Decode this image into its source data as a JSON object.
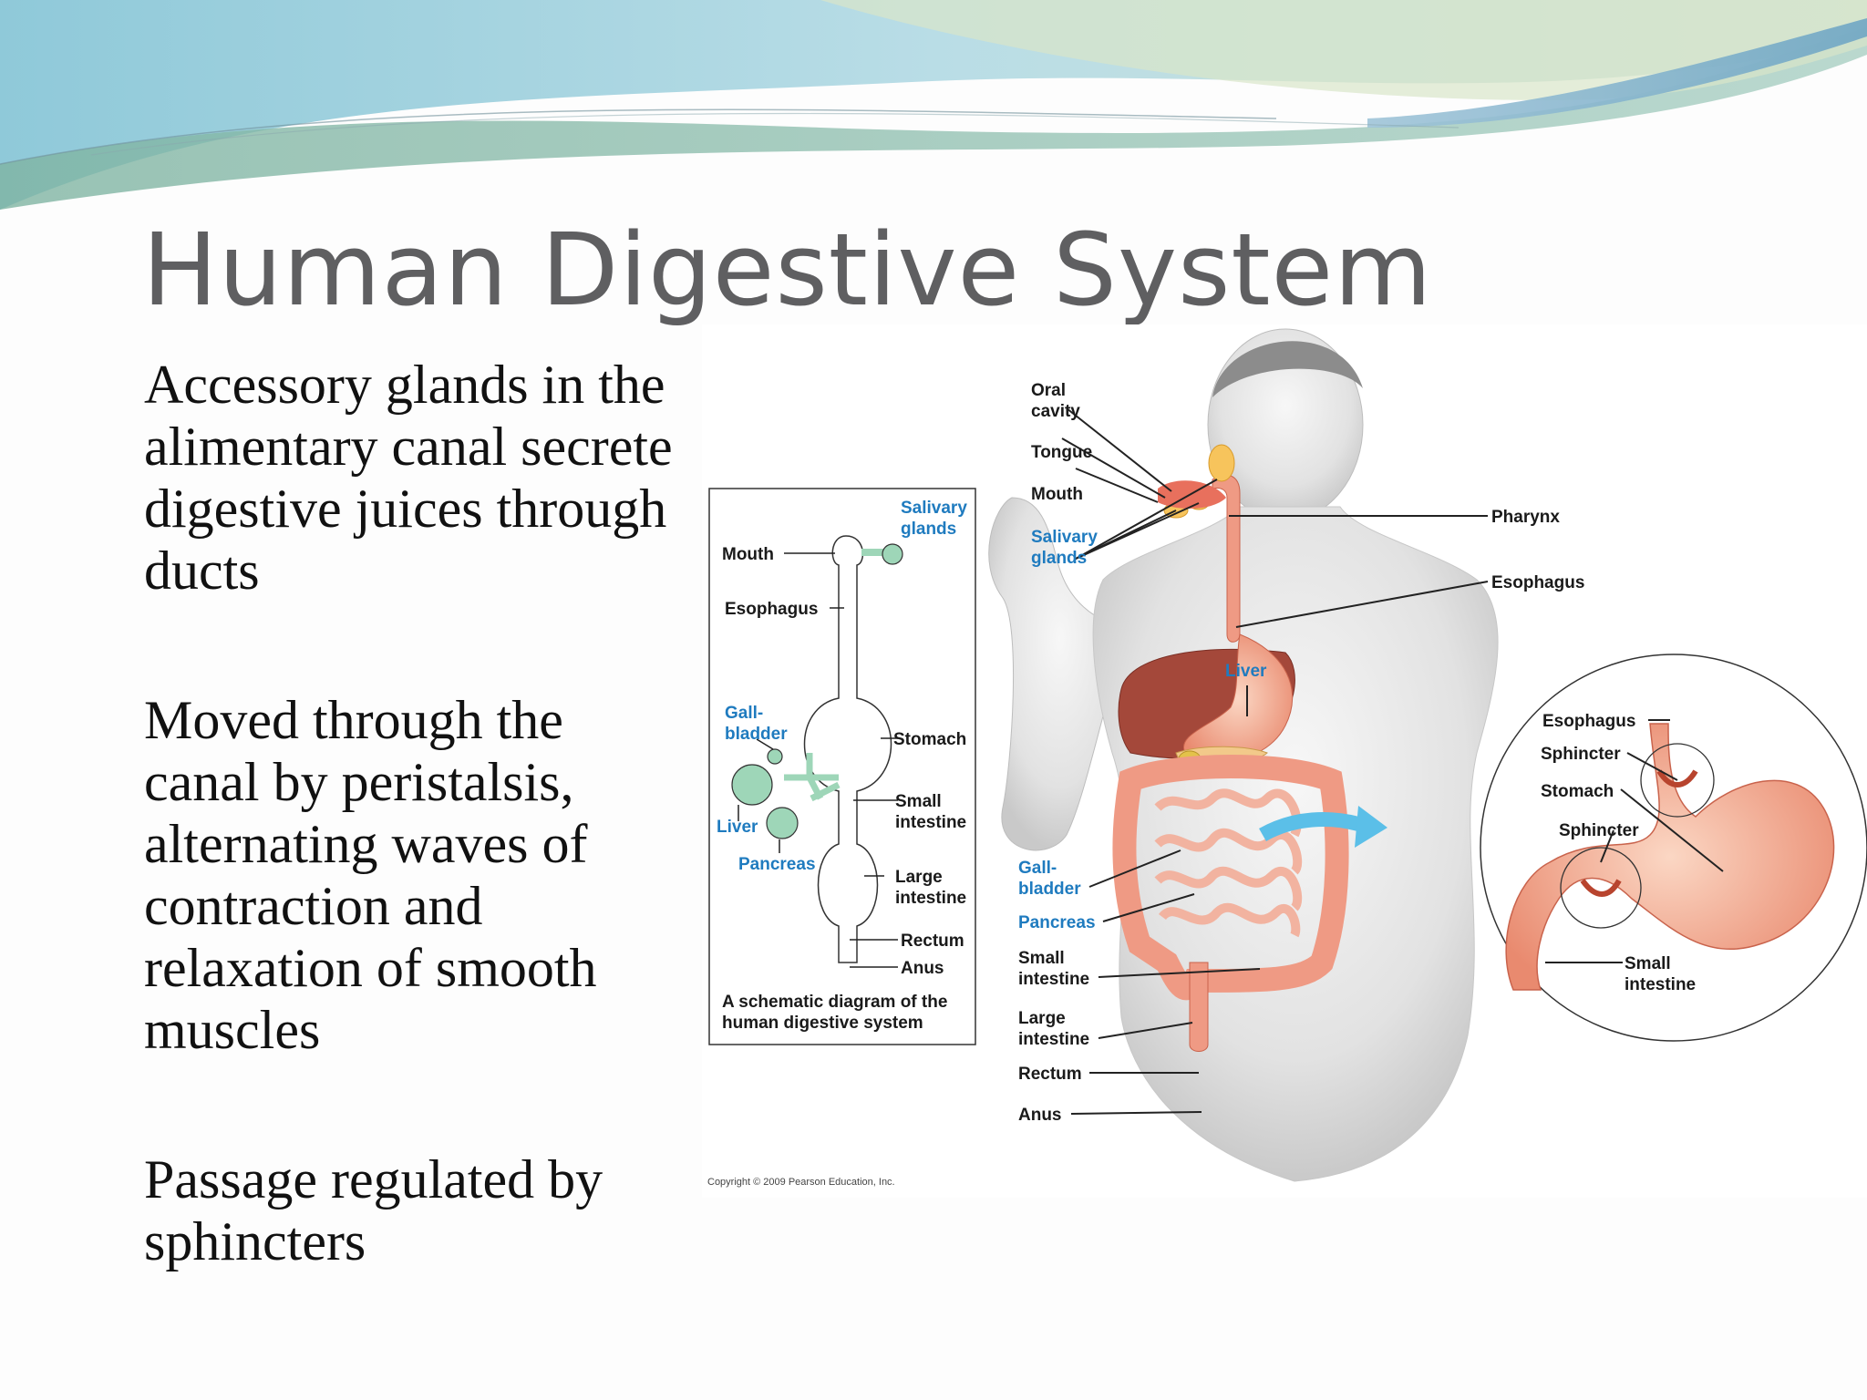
{
  "slide": {
    "title": "Human Digestive System",
    "bullets": [
      "Accessory glands in the alimentary canal secrete digestive juices through ducts",
      "Moved through the canal by peristalsis, alternating waves of contraction and relaxation of smooth muscles",
      "Passage regulated by sphincters"
    ]
  },
  "schematic": {
    "labels": {
      "salivary_glands": [
        "Salivary",
        "glands"
      ],
      "mouth": "Mouth",
      "esophagus": "Esophagus",
      "gallbladder": [
        "Gall-",
        "bladder"
      ],
      "stomach": "Stomach",
      "small_intestine": [
        "Small",
        "intestine"
      ],
      "liver": "Liver",
      "pancreas": "Pancreas",
      "large_intestine": [
        "Large",
        "intestine"
      ],
      "rectum": "Rectum",
      "anus": "Anus"
    },
    "caption": [
      "A schematic diagram of the",
      "human digestive system"
    ]
  },
  "body_figure": {
    "labels": {
      "oral_cavity": [
        "Oral",
        "cavity"
      ],
      "tongue": "Tongue",
      "mouth": "Mouth",
      "salivary_glands": [
        "Salivary",
        "glands"
      ],
      "pharynx": "Pharynx",
      "esophagus": "Esophagus",
      "liver": "Liver",
      "gallbladder": [
        "Gall-",
        "bladder"
      ],
      "pancreas": "Pancreas",
      "small_intestine": [
        "Small",
        "intestine"
      ],
      "large_intestine": [
        "Large",
        "intestine"
      ],
      "rectum": "Rectum",
      "anus": "Anus"
    }
  },
  "stomach_detail": {
    "labels": {
      "esophagus": "Esophagus",
      "sphincter_top": "Sphincter",
      "stomach": "Stomach",
      "sphincter_bottom": "Sphincter",
      "small_intestine": [
        "Small",
        "intestine"
      ]
    }
  },
  "copyright": "Copyright © 2009 Pearson Education, Inc.",
  "colors": {
    "title": "#5f5f61",
    "label_blue": "#1f7bbf",
    "organ_pink": "#ef9a84",
    "liver": "#a4483a",
    "accent_arrow": "#5bbfe8"
  }
}
